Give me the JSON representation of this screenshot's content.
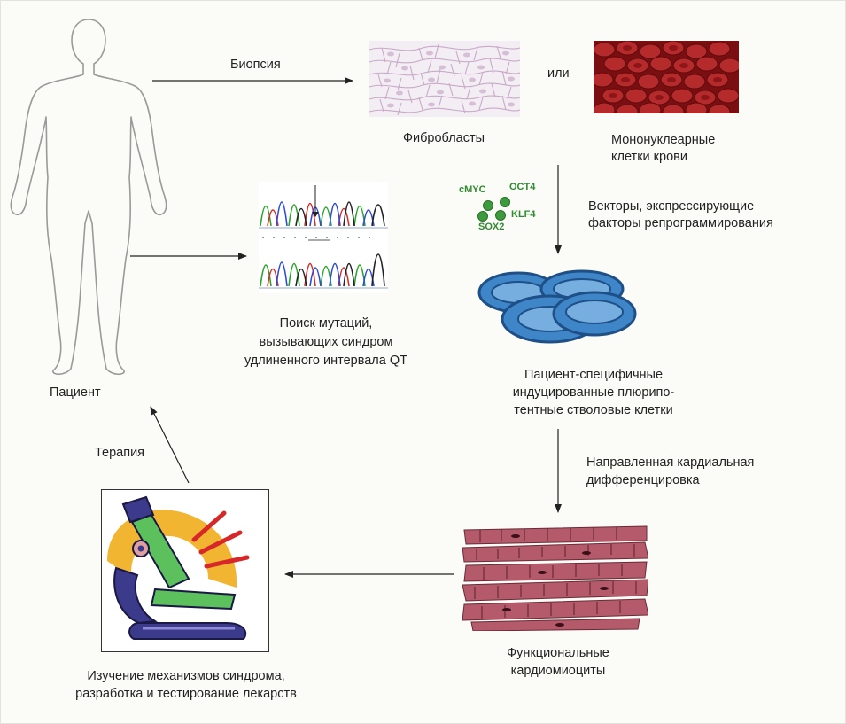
{
  "labels": {
    "biopsy": "Биопсия",
    "or": "или",
    "fibroblasts": "Фибробласты",
    "blood_cells": [
      "Мононуклеарные",
      "клетки крови"
    ],
    "vectors": [
      "Векторы, экспрессирующие",
      "факторы репрограммирования"
    ],
    "mutation_search": [
      "Поиск мутаций,",
      "вызывающих синдром",
      "удлиненного интервала QT"
    ],
    "patient": "Пациент",
    "ipsc": [
      "Пациент-специфичные",
      "индуцированные плюрипо-",
      "тентные стволовые клетки"
    ],
    "differentiation": [
      "Направленная кардиальная",
      "дифференцировка"
    ],
    "therapy": "Терапия",
    "cardiomyocytes": [
      "Функциональные",
      "кардиомиоциты"
    ],
    "study": [
      "Изучение механизмов синдрома,",
      "разработка и тестирование лекарств"
    ]
  },
  "factors": {
    "cmyc": "cMYC",
    "oct4": "OCT4",
    "klf4": "KLF4",
    "sox2": "SOX2"
  },
  "colors": {
    "arrow": "#222222",
    "fibroblast_line": "#c9a9c9",
    "blood": "#9c1c1c",
    "factor_green": "#2e8b2e",
    "ipsc_blue": "#3f86c8",
    "cardiomyocyte": "#b45a6a",
    "microscope_purple": "#3c3a8a",
    "microscope_green": "#5cc05c",
    "microscope_yellow": "#f2b531"
  },
  "icons": {
    "patient": "human-figure-icon",
    "microscope": "microscope-icon"
  }
}
